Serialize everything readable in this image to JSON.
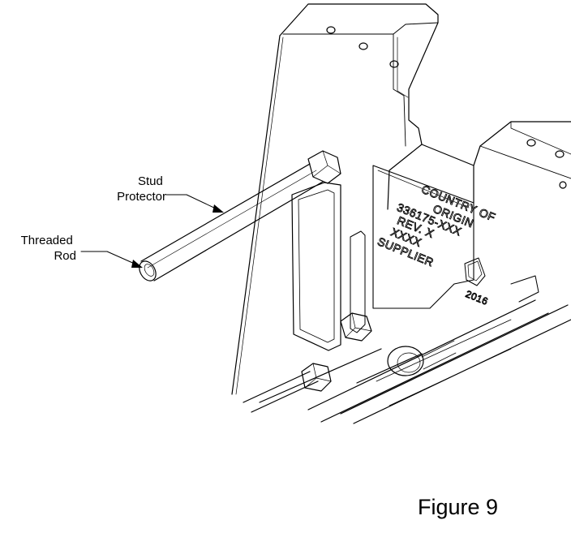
{
  "callouts": {
    "stud_protector": [
      "Stud",
      "Protector"
    ],
    "threaded_rod": [
      "Threaded",
      "Rod"
    ]
  },
  "plate": {
    "lines": [
      "COUNTRY OF",
      "ORIGIN",
      "336175-XXX",
      "REV. X",
      "XXXX",
      "SUPPLIER"
    ],
    "date_code": "2016"
  },
  "figure": {
    "caption": "Figure 9"
  }
}
